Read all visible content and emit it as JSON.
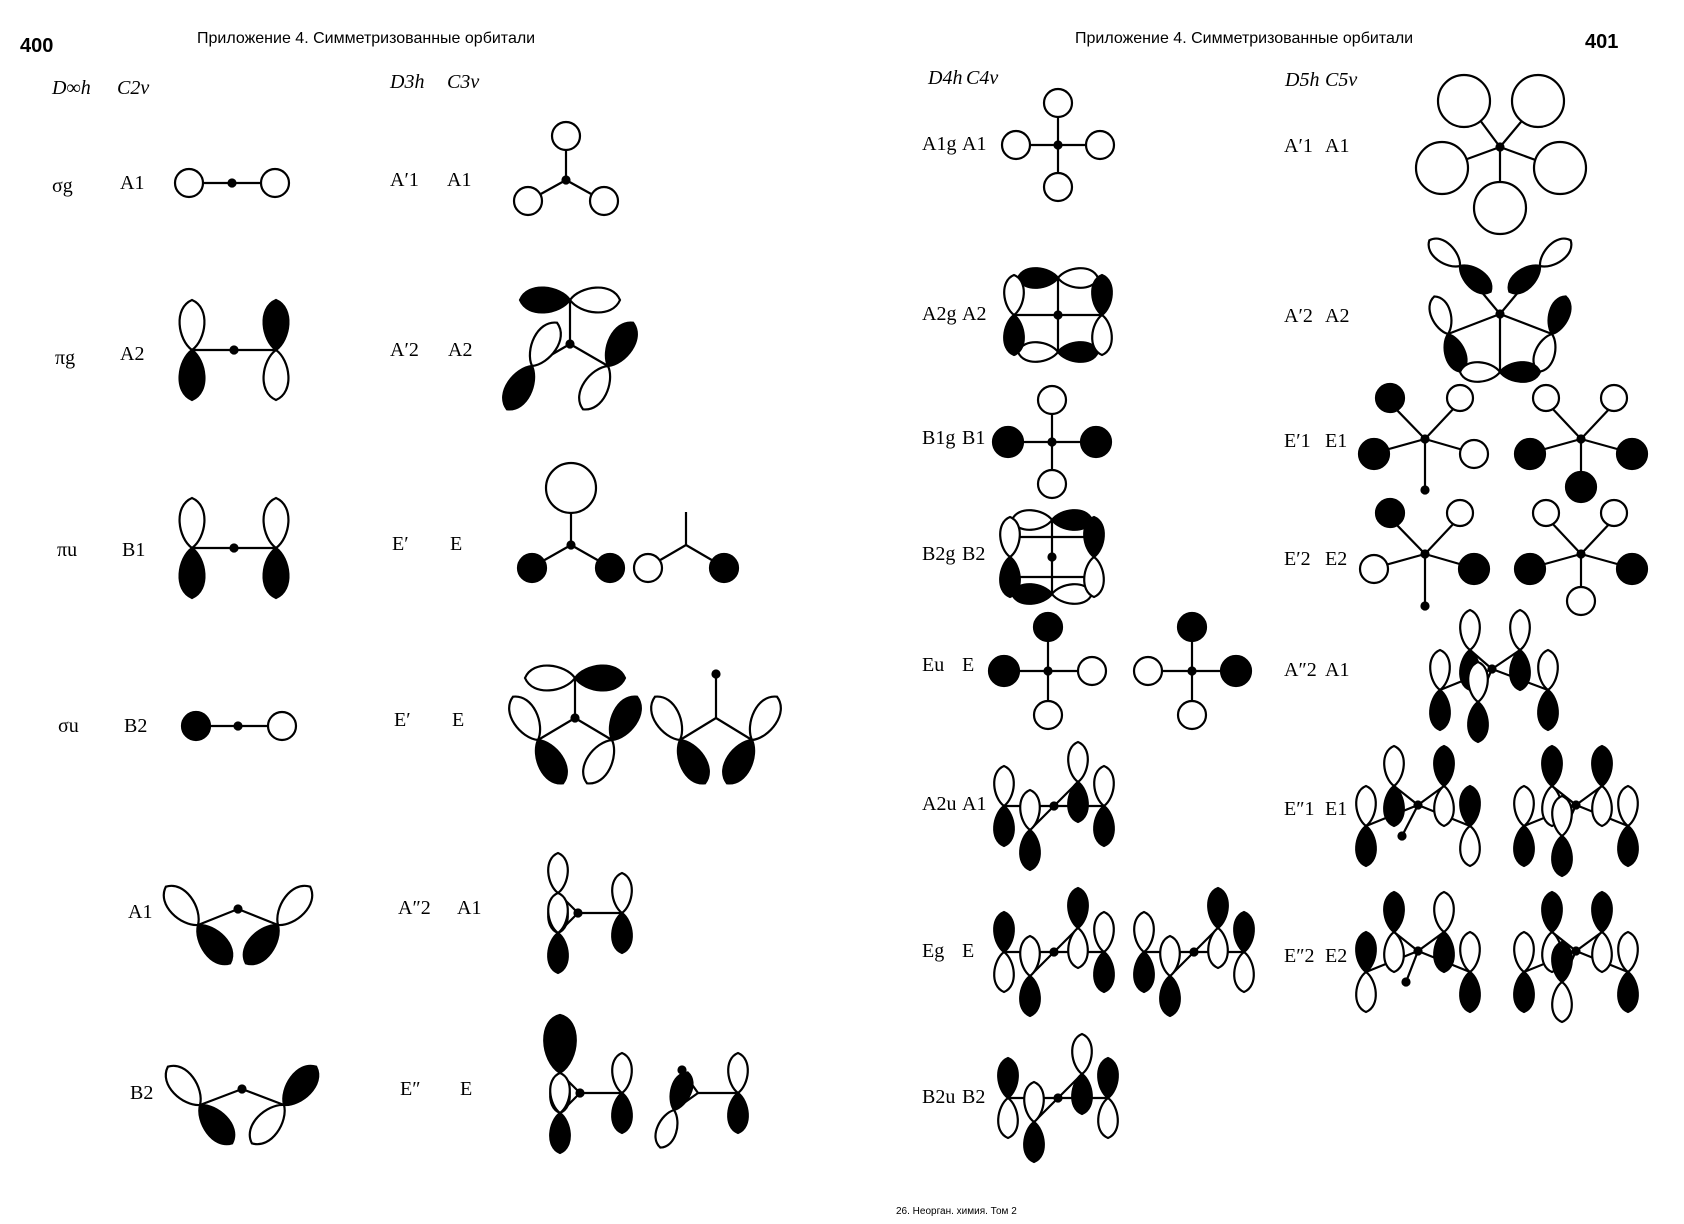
{
  "page_left": {
    "number": "400",
    "header": "Приложение 4. Симметризованные орбитали"
  },
  "page_right": {
    "number": "401",
    "header": "Приложение 4. Симметризованные орбитали"
  },
  "groups": {
    "dinfh": "D∞h",
    "c2v": "C2v",
    "d3h": "D3h",
    "c3v": "C3v",
    "d4h": "D4h",
    "c4v": "C4v",
    "d5h": "D5h",
    "c5v": "C5v"
  },
  "rows_left": [
    {
      "a": "σg",
      "b": "A1"
    },
    {
      "a": "πg",
      "b": "A2"
    },
    {
      "a": "πu",
      "b": "B1"
    },
    {
      "a": "σu",
      "b": "B2"
    },
    {
      "a": "",
      "b": "A1"
    },
    {
      "a": "",
      "b": "B2"
    }
  ],
  "rows_mid": [
    {
      "a": "A′1",
      "b": "A1"
    },
    {
      "a": "A′2",
      "b": "A2"
    },
    {
      "a": "E′",
      "b": "E"
    },
    {
      "a": "E′",
      "b": "E"
    },
    {
      "a": "A″2",
      "b": "A1"
    },
    {
      "a": "E″",
      "b": "E"
    }
  ],
  "rows_d4h": [
    {
      "a": "A1g",
      "b": "A1"
    },
    {
      "a": "A2g",
      "b": "A2"
    },
    {
      "a": "B1g",
      "b": "B1"
    },
    {
      "a": "B2g",
      "b": "B2"
    },
    {
      "a": "Eu",
      "b": "E"
    },
    {
      "a": "A2u",
      "b": "A1"
    },
    {
      "a": "Eg",
      "b": "E"
    },
    {
      "a": "B2u",
      "b": "B2"
    }
  ],
  "rows_d5h": [
    {
      "a": "A′1",
      "b": "A1"
    },
    {
      "a": "A′2",
      "b": "A2"
    },
    {
      "a": "E′1",
      "b": "E1"
    },
    {
      "a": "E′2",
      "b": "E2"
    },
    {
      "a": "A″2",
      "b": "A1"
    },
    {
      "a": "E″1",
      "b": "E1"
    },
    {
      "a": "E″2",
      "b": "E2"
    }
  ],
  "footer": "26. Неорган. химия. Том 2"
}
